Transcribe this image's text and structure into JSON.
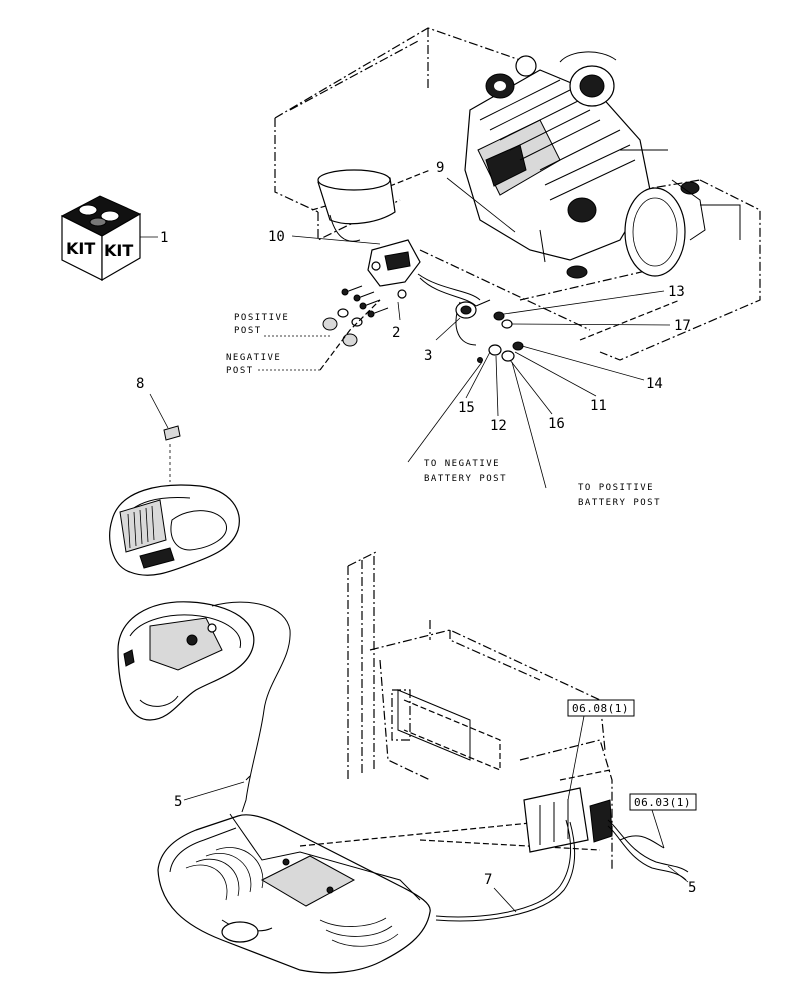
{
  "kit_labels": [
    "KIT",
    "KIT"
  ],
  "callouts": {
    "c1": "1",
    "c2": "2",
    "c3": "3",
    "c5a": "5",
    "c5b": "5",
    "c7": "7",
    "c8": "8",
    "c9": "9",
    "c10": "10",
    "c11": "11",
    "c12": "12",
    "c13": "13",
    "c14": "14",
    "c15": "15",
    "c16": "16",
    "c17": "17"
  },
  "notes": {
    "positive_post_1": "POSITIVE",
    "positive_post_2": "POST",
    "negative_post_1": "NEGATIVE",
    "negative_post_2": "POST",
    "to_negative_1": "TO NEGATIVE",
    "to_negative_2": "BATTERY POST",
    "to_positive_1": "TO POSITIVE",
    "to_positive_2": "BATTERY POST"
  },
  "references": {
    "ref_a": "06.08(1)",
    "ref_b": "06.03(1)"
  }
}
